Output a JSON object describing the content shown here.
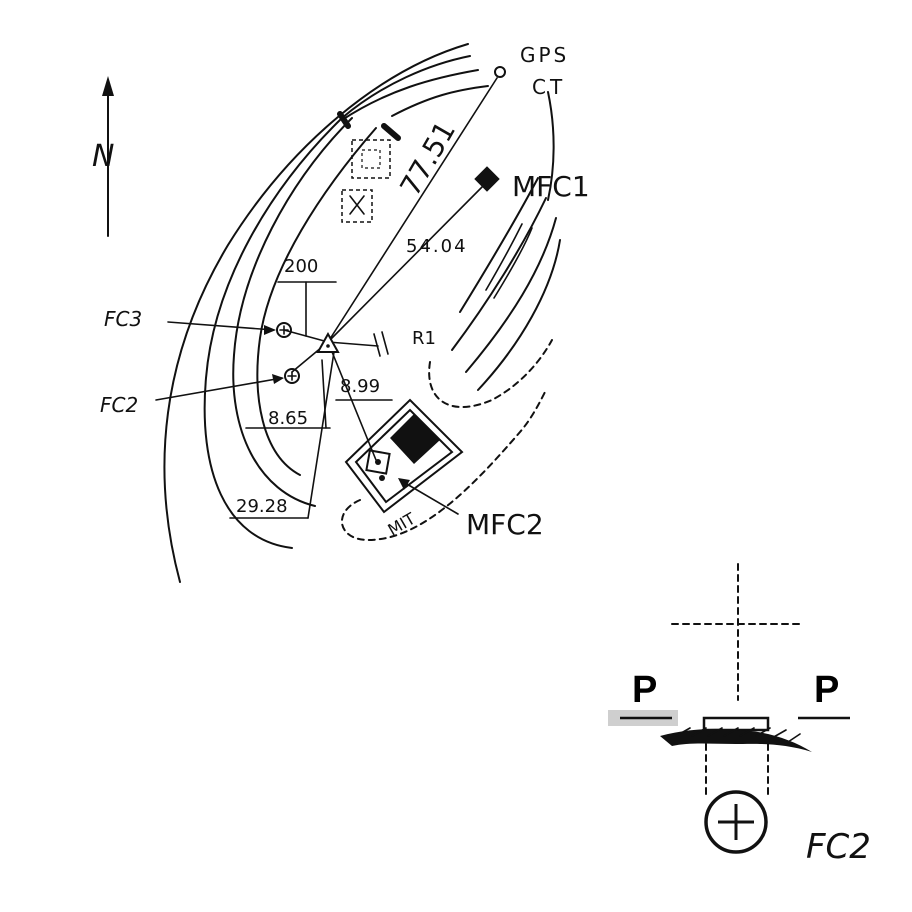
{
  "north_label": "N",
  "gps_label": "GPS",
  "ct_label": "CT",
  "marks": {
    "fc3": "FC3",
    "fc2": "FC2",
    "mfc1": "MFC1",
    "mfc2": "MFC2",
    "r1": "R1",
    "mit": "MIT"
  },
  "distances": {
    "d1": "77.51",
    "d2": "54.04",
    "d3": "200",
    "d4": "8.99",
    "d5": "8.65",
    "d6": "29.28"
  },
  "detail": {
    "left_label": "P",
    "right_label": "P",
    "point_label": "FC2"
  }
}
